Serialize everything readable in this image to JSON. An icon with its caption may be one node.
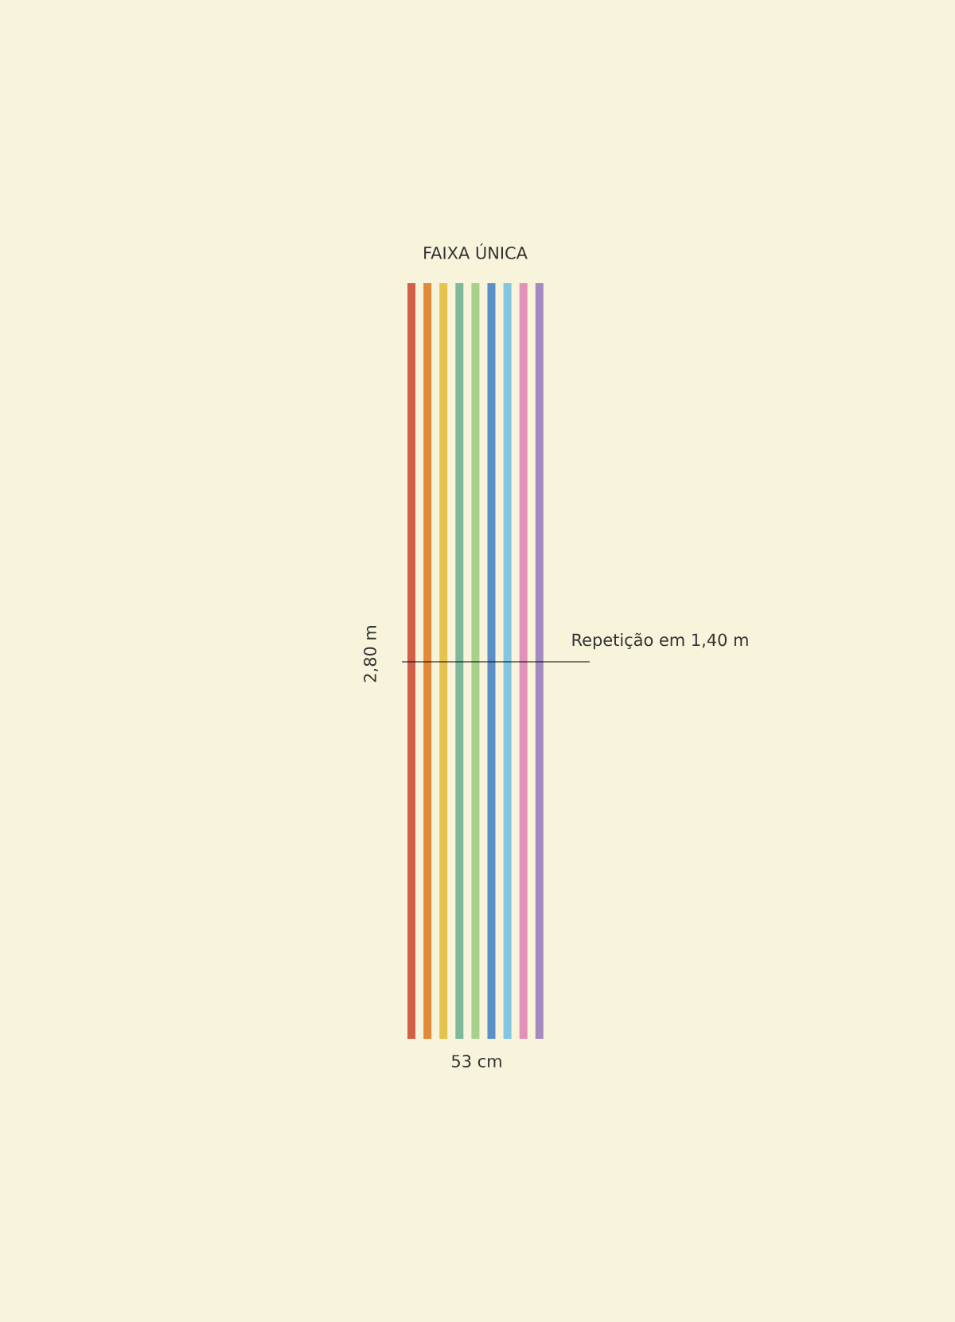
{
  "diagram": {
    "title": "FAIXA ÚNICA",
    "labels": [
      "2,80 m",
      "Repetição em 1,40 m",
      "53 cm"
    ]
  }
}
